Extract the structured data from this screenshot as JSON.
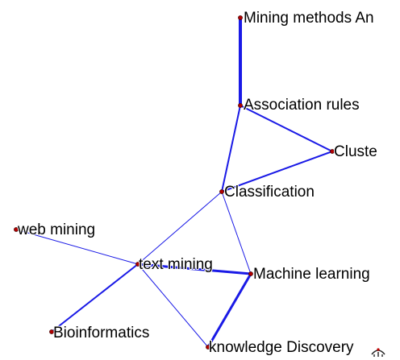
{
  "graph": {
    "edge_color": "#1a1ae6",
    "node_color": "#b00000",
    "nodes": [
      {
        "id": "mining-methods",
        "label": "Mining methods An"
      },
      {
        "id": "association-rules",
        "label": "Association rules"
      },
      {
        "id": "clustering",
        "label": "Cluste"
      },
      {
        "id": "classification",
        "label": "Classification"
      },
      {
        "id": "web-mining",
        "label": "web mining"
      },
      {
        "id": "text-mining",
        "label": "text mining"
      },
      {
        "id": "machine-learning",
        "label": "Machine learning"
      },
      {
        "id": "bioinformatics",
        "label": "Bioinformatics"
      },
      {
        "id": "knowledge-discovery",
        "label": "knowledge Discovery"
      }
    ],
    "edges": [
      {
        "source": "mining-methods",
        "target": "association-rules",
        "weight": 4
      },
      {
        "source": "association-rules",
        "target": "clustering",
        "weight": 2
      },
      {
        "source": "association-rules",
        "target": "classification",
        "weight": 2
      },
      {
        "source": "clustering",
        "target": "classification",
        "weight": 2
      },
      {
        "source": "classification",
        "target": "text-mining",
        "weight": 1
      },
      {
        "source": "classification",
        "target": "machine-learning",
        "weight": 1
      },
      {
        "source": "web-mining",
        "target": "text-mining",
        "weight": 1
      },
      {
        "source": "text-mining",
        "target": "machine-learning",
        "weight": 3
      },
      {
        "source": "text-mining",
        "target": "bioinformatics",
        "weight": 2
      },
      {
        "source": "text-mining",
        "target": "knowledge-discovery",
        "weight": 1
      },
      {
        "source": "machine-learning",
        "target": "knowledge-discovery",
        "weight": 3
      }
    ]
  }
}
